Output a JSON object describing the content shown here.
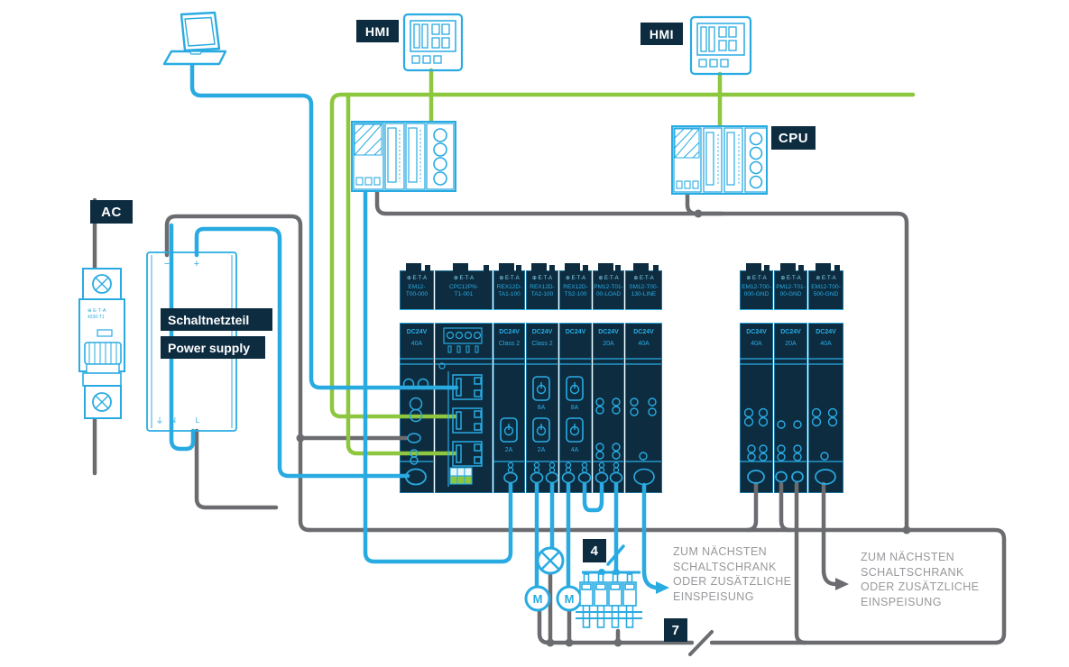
{
  "labels": {
    "ac": "AC",
    "hmi": "HMI",
    "cpu": "CPU",
    "switch4": "4",
    "switch7": "7"
  },
  "power_supply": {
    "line1": "Schaltnetzteil",
    "line2": "Power supply",
    "minus": "−",
    "plus": "+",
    "ground": "⏚",
    "n": "N",
    "l": "L"
  },
  "breaker": {
    "brand": "⊕ E·T·A",
    "model": "4230-T1"
  },
  "motor_label": "M",
  "note_lines": "ZUM NÄCHSTEN\nSCHALTSCHRANK\nODER ZUSÄTZLICHE\nEINSPEISUNG",
  "brand": "⊕ E·T·A",
  "modules_left": [
    {
      "part1": "EM12-",
      "part2": "T00-000",
      "volt": "DC24V",
      "amp": "40A"
    },
    {
      "part1": "CPC12PN-",
      "part2": "T1-001",
      "volt": "",
      "amp": ""
    },
    {
      "part1": "REX12D-",
      "part2": "TA1-100",
      "volt": "DC24V",
      "amp": "Class 2",
      "ch1": "2A"
    },
    {
      "part1": "REX12D-",
      "part2": "TA2-100",
      "volt": "DC24V",
      "amp": "Class 2",
      "ch1": "8A",
      "ch2": "2A"
    },
    {
      "part1": "REX12D-",
      "part2": "TS2-100",
      "volt": "DC24V",
      "amp": "",
      "ch1": "8A",
      "ch2": "4A"
    },
    {
      "part1": "PM12-T01-",
      "part2": "00-LOAD",
      "volt": "DC24V",
      "amp": "20A"
    },
    {
      "part1": "SM12-T00-",
      "part2": "130-LINE",
      "volt": "DC24V",
      "amp": "40A"
    }
  ],
  "modules_right": [
    {
      "part1": "EM12-T00-",
      "part2": "000-GND",
      "volt": "DC24V",
      "amp": "40A"
    },
    {
      "part1": "PM12-T01-",
      "part2": "00-GND",
      "volt": "DC24V",
      "amp": "20A"
    },
    {
      "part1": "EM12-T00-",
      "part2": "500-GND",
      "volt": "DC24V",
      "amp": "40A"
    }
  ],
  "colors": {
    "blue": "#29ABE2",
    "green": "#8DC63F",
    "gray": "#6B6C6F",
    "navy": "#0D2C40"
  }
}
